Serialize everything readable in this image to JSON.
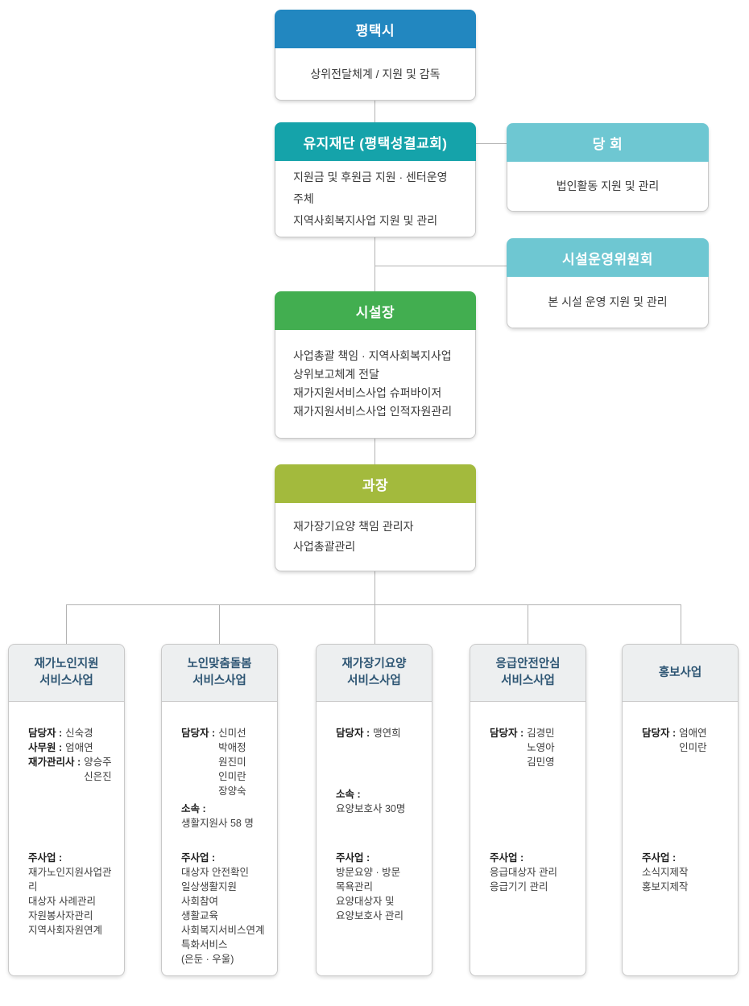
{
  "colors": {
    "blue": "#2287c0",
    "teal": "#15a3aa",
    "light-teal": "#6ec7d2",
    "green": "#42ae50",
    "olive": "#a3ba3d",
    "dept-header-bg": "#edeff0",
    "dept-header-text": "#2d5573",
    "line": "#b3b3b3"
  },
  "org": {
    "nodes": {
      "city": {
        "title": "평택시",
        "lines": [
          "상위전달체계 / 지원 및 감독"
        ]
      },
      "foundation": {
        "title": "유지재단 (평택성결교회)",
        "lines": [
          "지원금 및 후원금 지원 · 센터운영주체",
          "지역사회복지사업 지원 및 관리"
        ]
      },
      "session": {
        "title": "당 회",
        "lines": [
          "법인활동 지원 및 관리"
        ]
      },
      "committee": {
        "title": "시설운영위원회",
        "lines": [
          "본 시설 운영 지원 및 관리"
        ]
      },
      "director": {
        "title": "시설장",
        "lines": [
          "사업총괄 책임 · 지역사회복지사업",
          "상위보고체계 전달",
          "재가지원서비스사업 슈퍼바이저",
          "재가지원서비스사업 인적자원관리"
        ]
      },
      "manager": {
        "title": "과장",
        "lines": [
          "재가장기요양 책임 관리자",
          "사업총괄관리"
        ]
      }
    },
    "departments": [
      {
        "title_lines": [
          "재가노인지원",
          "서비스사업"
        ],
        "roles": [
          {
            "label": "담당자 :",
            "names": [
              "신숙경"
            ]
          },
          {
            "label": "사무원 :",
            "names": [
              "엄애연"
            ]
          },
          {
            "label": "재가관리사 :",
            "names": [
              "양승주",
              "신은진"
            ]
          }
        ],
        "affiliation": null,
        "main_label": "주사업 :",
        "main_tasks": [
          "재가노인지원사업관리",
          "대상자 사례관리",
          "자원봉사자관리",
          "지역사회자원연계"
        ]
      },
      {
        "title_lines": [
          "노인맞춤돌봄",
          "서비스사업"
        ],
        "roles": [
          {
            "label": "담당자 :",
            "names": [
              "신미선",
              "박애정",
              "원진미",
              "인미란",
              "장양숙"
            ]
          }
        ],
        "affiliation": {
          "label": "소속 :",
          "lines": [
            "생활지원사 58 명"
          ]
        },
        "main_label": "주사업 :",
        "main_tasks": [
          "대상자 안전확인",
          "일상생활지원",
          "사회참여",
          "생활교육",
          "사회복지서비스연계",
          "특화서비스",
          "(은둔 · 우울)"
        ]
      },
      {
        "title_lines": [
          "재가장기요양",
          "서비스사업"
        ],
        "roles": [
          {
            "label": "담당자 :",
            "names": [
              "맹연희"
            ]
          }
        ],
        "affiliation": {
          "label": "소속 :",
          "lines": [
            "요양보호사 30명"
          ]
        },
        "main_label": "주사업 :",
        "main_tasks": [
          "방문요양 · 방문",
          "목욕관리",
          "요양대상자 및",
          "요양보호사 관리"
        ]
      },
      {
        "title_lines": [
          "응급안전안심",
          "서비스사업"
        ],
        "roles": [
          {
            "label": "담당자 :",
            "names": [
              "김경민",
              "노영아",
              "김민영"
            ]
          }
        ],
        "affiliation": null,
        "main_label": "주사업 :",
        "main_tasks": [
          "응급대상자 관리",
          "응급기기 관리"
        ]
      },
      {
        "title_lines": [
          "홍보사업"
        ],
        "roles": [
          {
            "label": "담당자 :",
            "names": [
              "엄애연",
              "인미란"
            ]
          }
        ],
        "affiliation": null,
        "main_label": "주사업 :",
        "main_tasks": [
          "소식지제작",
          "홍보지제작"
        ]
      }
    ]
  }
}
